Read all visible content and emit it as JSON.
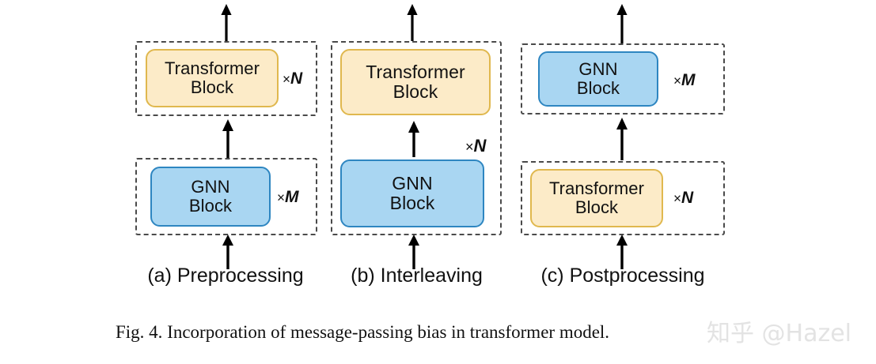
{
  "figure": {
    "caption": "Fig. 4.  Incorporation of message-passing bias in transformer model.",
    "watermark": "知乎 @Hazel",
    "colors": {
      "transformer_fill": "#fcebc8",
      "transformer_border": "#e0b84e",
      "gnn_fill": "#a9d6f2",
      "gnn_border": "#2e86c1",
      "dashed_border": "#4a4a4a",
      "arrow": "#000000",
      "text": "#111111",
      "watermark": "#e3e3e3",
      "background": "#ffffff"
    }
  },
  "panels": [
    {
      "id": "preprocessing",
      "caption": "(a) Preprocessing",
      "groups": [
        {
          "id": "a-transformer-group",
          "position": "top",
          "multiplier": "×N",
          "multiplier_symbol": "×",
          "multiplier_count": "N",
          "block": {
            "type": "transformer",
            "label": "Transformer Block",
            "line1": "Transformer",
            "line2": "Block"
          }
        },
        {
          "id": "a-gnn-group",
          "position": "bottom",
          "multiplier": "×M",
          "multiplier_symbol": "×",
          "multiplier_count": "M",
          "block": {
            "type": "gnn",
            "label": "GNN Block",
            "line1": "GNN",
            "line2": "Block"
          }
        }
      ]
    },
    {
      "id": "interleaving",
      "caption": "(b) Interleaving",
      "groups": [
        {
          "id": "b-combined-group",
          "position": "full",
          "multiplier": "×N",
          "multiplier_symbol": "×",
          "multiplier_count": "N",
          "blocks": [
            {
              "type": "transformer",
              "label": "Transformer Block",
              "line1": "Transformer",
              "line2": "Block"
            },
            {
              "type": "gnn",
              "label": "GNN Block",
              "line1": "GNN",
              "line2": "Block"
            }
          ]
        }
      ]
    },
    {
      "id": "postprocessing",
      "caption": "(c) Postprocessing",
      "groups": [
        {
          "id": "c-gnn-group",
          "position": "top",
          "multiplier": "×M",
          "multiplier_symbol": "×",
          "multiplier_count": "M",
          "block": {
            "type": "gnn",
            "label": "GNN Block",
            "line1": "GNN",
            "line2": "Block"
          }
        },
        {
          "id": "c-transformer-group",
          "position": "bottom",
          "multiplier": "×N",
          "multiplier_symbol": "×",
          "multiplier_count": "N",
          "block": {
            "type": "transformer",
            "label": "Transformer Block",
            "line1": "Transformer",
            "line2": "Block"
          }
        }
      ]
    }
  ]
}
